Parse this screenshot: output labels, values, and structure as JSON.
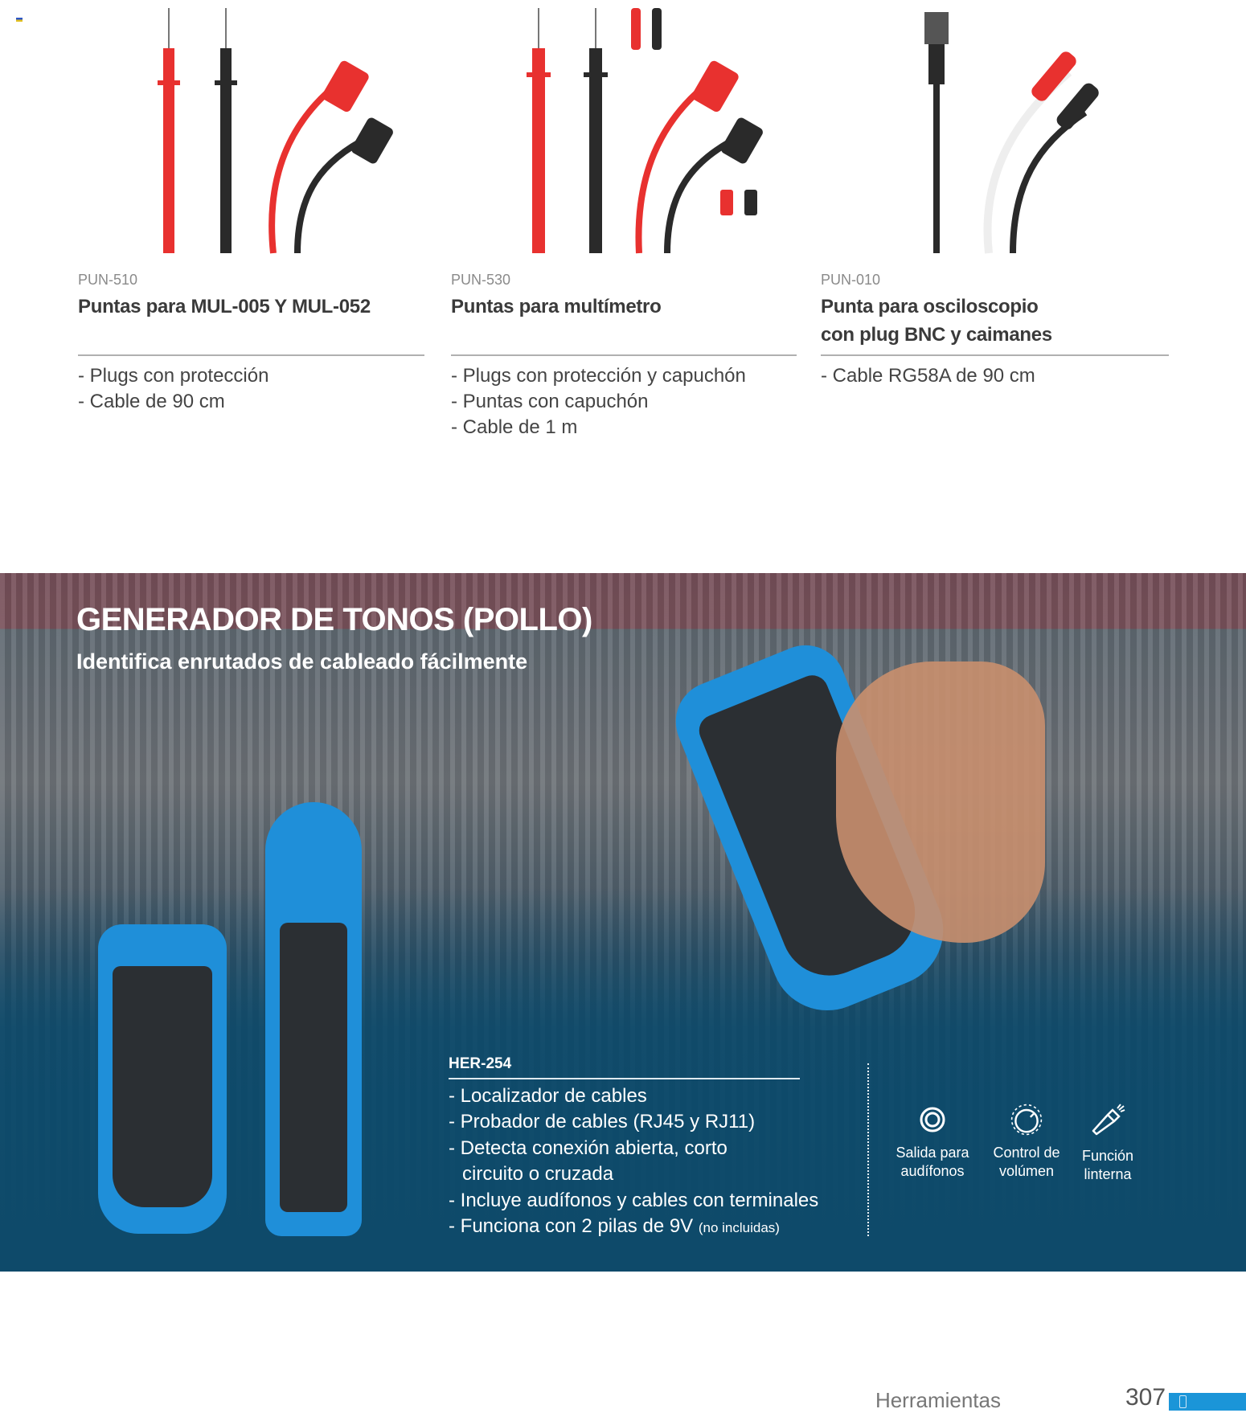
{
  "products": [
    {
      "code": "PUN-510",
      "name": "Puntas para MUL-005 Y MUL-052",
      "features": [
        "- Plugs con protección",
        "- Cable de 90 cm"
      ]
    },
    {
      "code": "PUN-530",
      "name": "Puntas para multímetro",
      "features": [
        "- Plugs con protección y capuchón",
        "- Puntas con capuchón",
        "- Cable de 1 m"
      ]
    },
    {
      "code": "PUN-010",
      "name_lines": [
        "Punta para osciloscopio",
        "con plug BNC y caimanes"
      ],
      "features": [
        "- Cable RG58A de 90 cm"
      ]
    }
  ],
  "banner": {
    "title": "GENERADOR DE TONOS (POLLO)",
    "subtitle": "Identifica enrutados de cableado fácilmente",
    "code": "HER-254",
    "features": [
      "- Localizador de cables",
      "- Probador de cables (RJ45 y RJ11)",
      "- Detecta conexión abierta, corto circuito o cruzada",
      "- Incluye audífonos y cables con terminales",
      "- Funciona con 2 pilas de 9V"
    ],
    "features_note": "(no incluidas)",
    "icons": [
      {
        "icon": "headphone-jack-icon",
        "line1": "Salida para",
        "line2": "audífonos"
      },
      {
        "icon": "volume-knob-icon",
        "line1": "Control de",
        "line2": "volúmen"
      },
      {
        "icon": "flashlight-icon",
        "line1": "Función",
        "line2": "linterna"
      }
    ]
  },
  "footer": {
    "section": "Herramientas",
    "page": "307"
  },
  "colors": {
    "accent": "#1b95d8",
    "banner_blue": "#0e4a6a",
    "probe_red": "#e8312f",
    "probe_black": "#2a2a2a"
  }
}
